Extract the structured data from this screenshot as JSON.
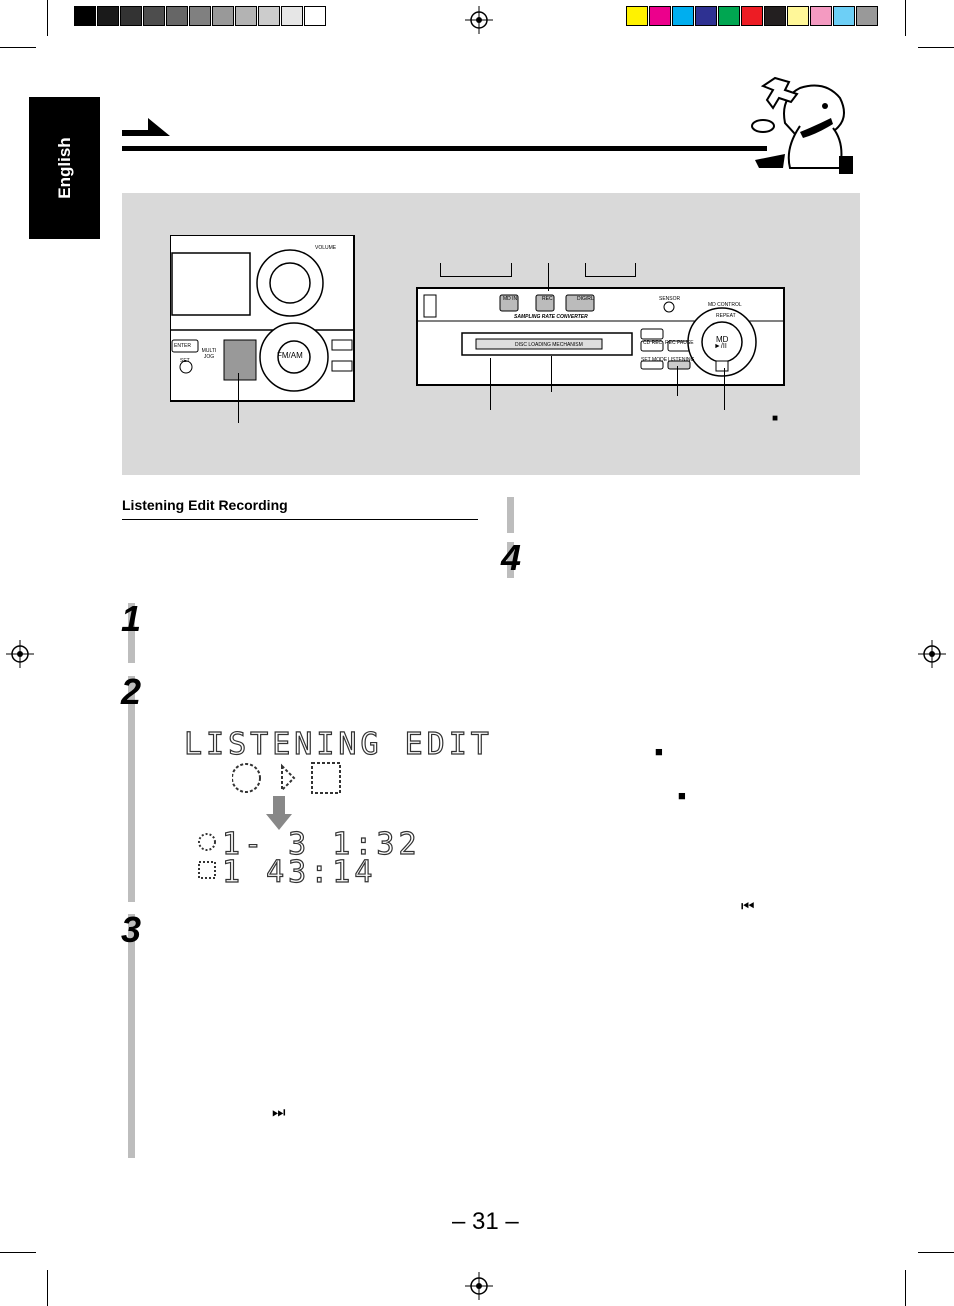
{
  "language_tab": "English",
  "section_title": "Listening Edit Recording",
  "steps": [
    "1",
    "2",
    "3",
    "4"
  ],
  "display": {
    "line1": "LISTENING EDIT",
    "row1": "1- 3   1:32",
    "row2": "  1  43:14"
  },
  "device": {
    "volume_label": "VOLUME",
    "fm_am_label": "FM/AM",
    "enter_label": "ENTER",
    "multi_jog_label": "MULTI JOG",
    "set_label": "SET",
    "md_in_label": "MD IN",
    "rec_label": "REC",
    "dig_rl_label": "DIG/RL",
    "sensor_label": "SENSOR",
    "md_control_label": "MD CONTROL",
    "repeat_label": "REPEAT",
    "md_label": "MD",
    "play_pause_label": "►/II",
    "src_label": "SAMPLING RATE CONVERTER",
    "loading_label": "DISC LOADING MECHANISM",
    "cd_rec_label": "CD REC",
    "rec_pause_label": "REC PAUSE",
    "set_mode_label": "SET MODE",
    "listening_label": "LISTENING"
  },
  "symbols": {
    "stop": "■",
    "prev": "⏮",
    "next": "⏭"
  },
  "page_number": "– 31 –",
  "colors": {
    "panel": "#d9d9d9",
    "step_bar": "#bdbdbd",
    "grays": [
      "#000000",
      "#1a1a1a",
      "#333333",
      "#4d4d4d",
      "#666666",
      "#808080",
      "#999999",
      "#b3b3b3",
      "#cccccc",
      "#e6e6e6",
      "#ffffff"
    ],
    "colors": [
      "#fff200",
      "#ec008c",
      "#00aeef",
      "#2e3192",
      "#00a651",
      "#ed1c24",
      "#231f20",
      "#fff799",
      "#f49ac1",
      "#6dcff6",
      "#999999"
    ]
  }
}
